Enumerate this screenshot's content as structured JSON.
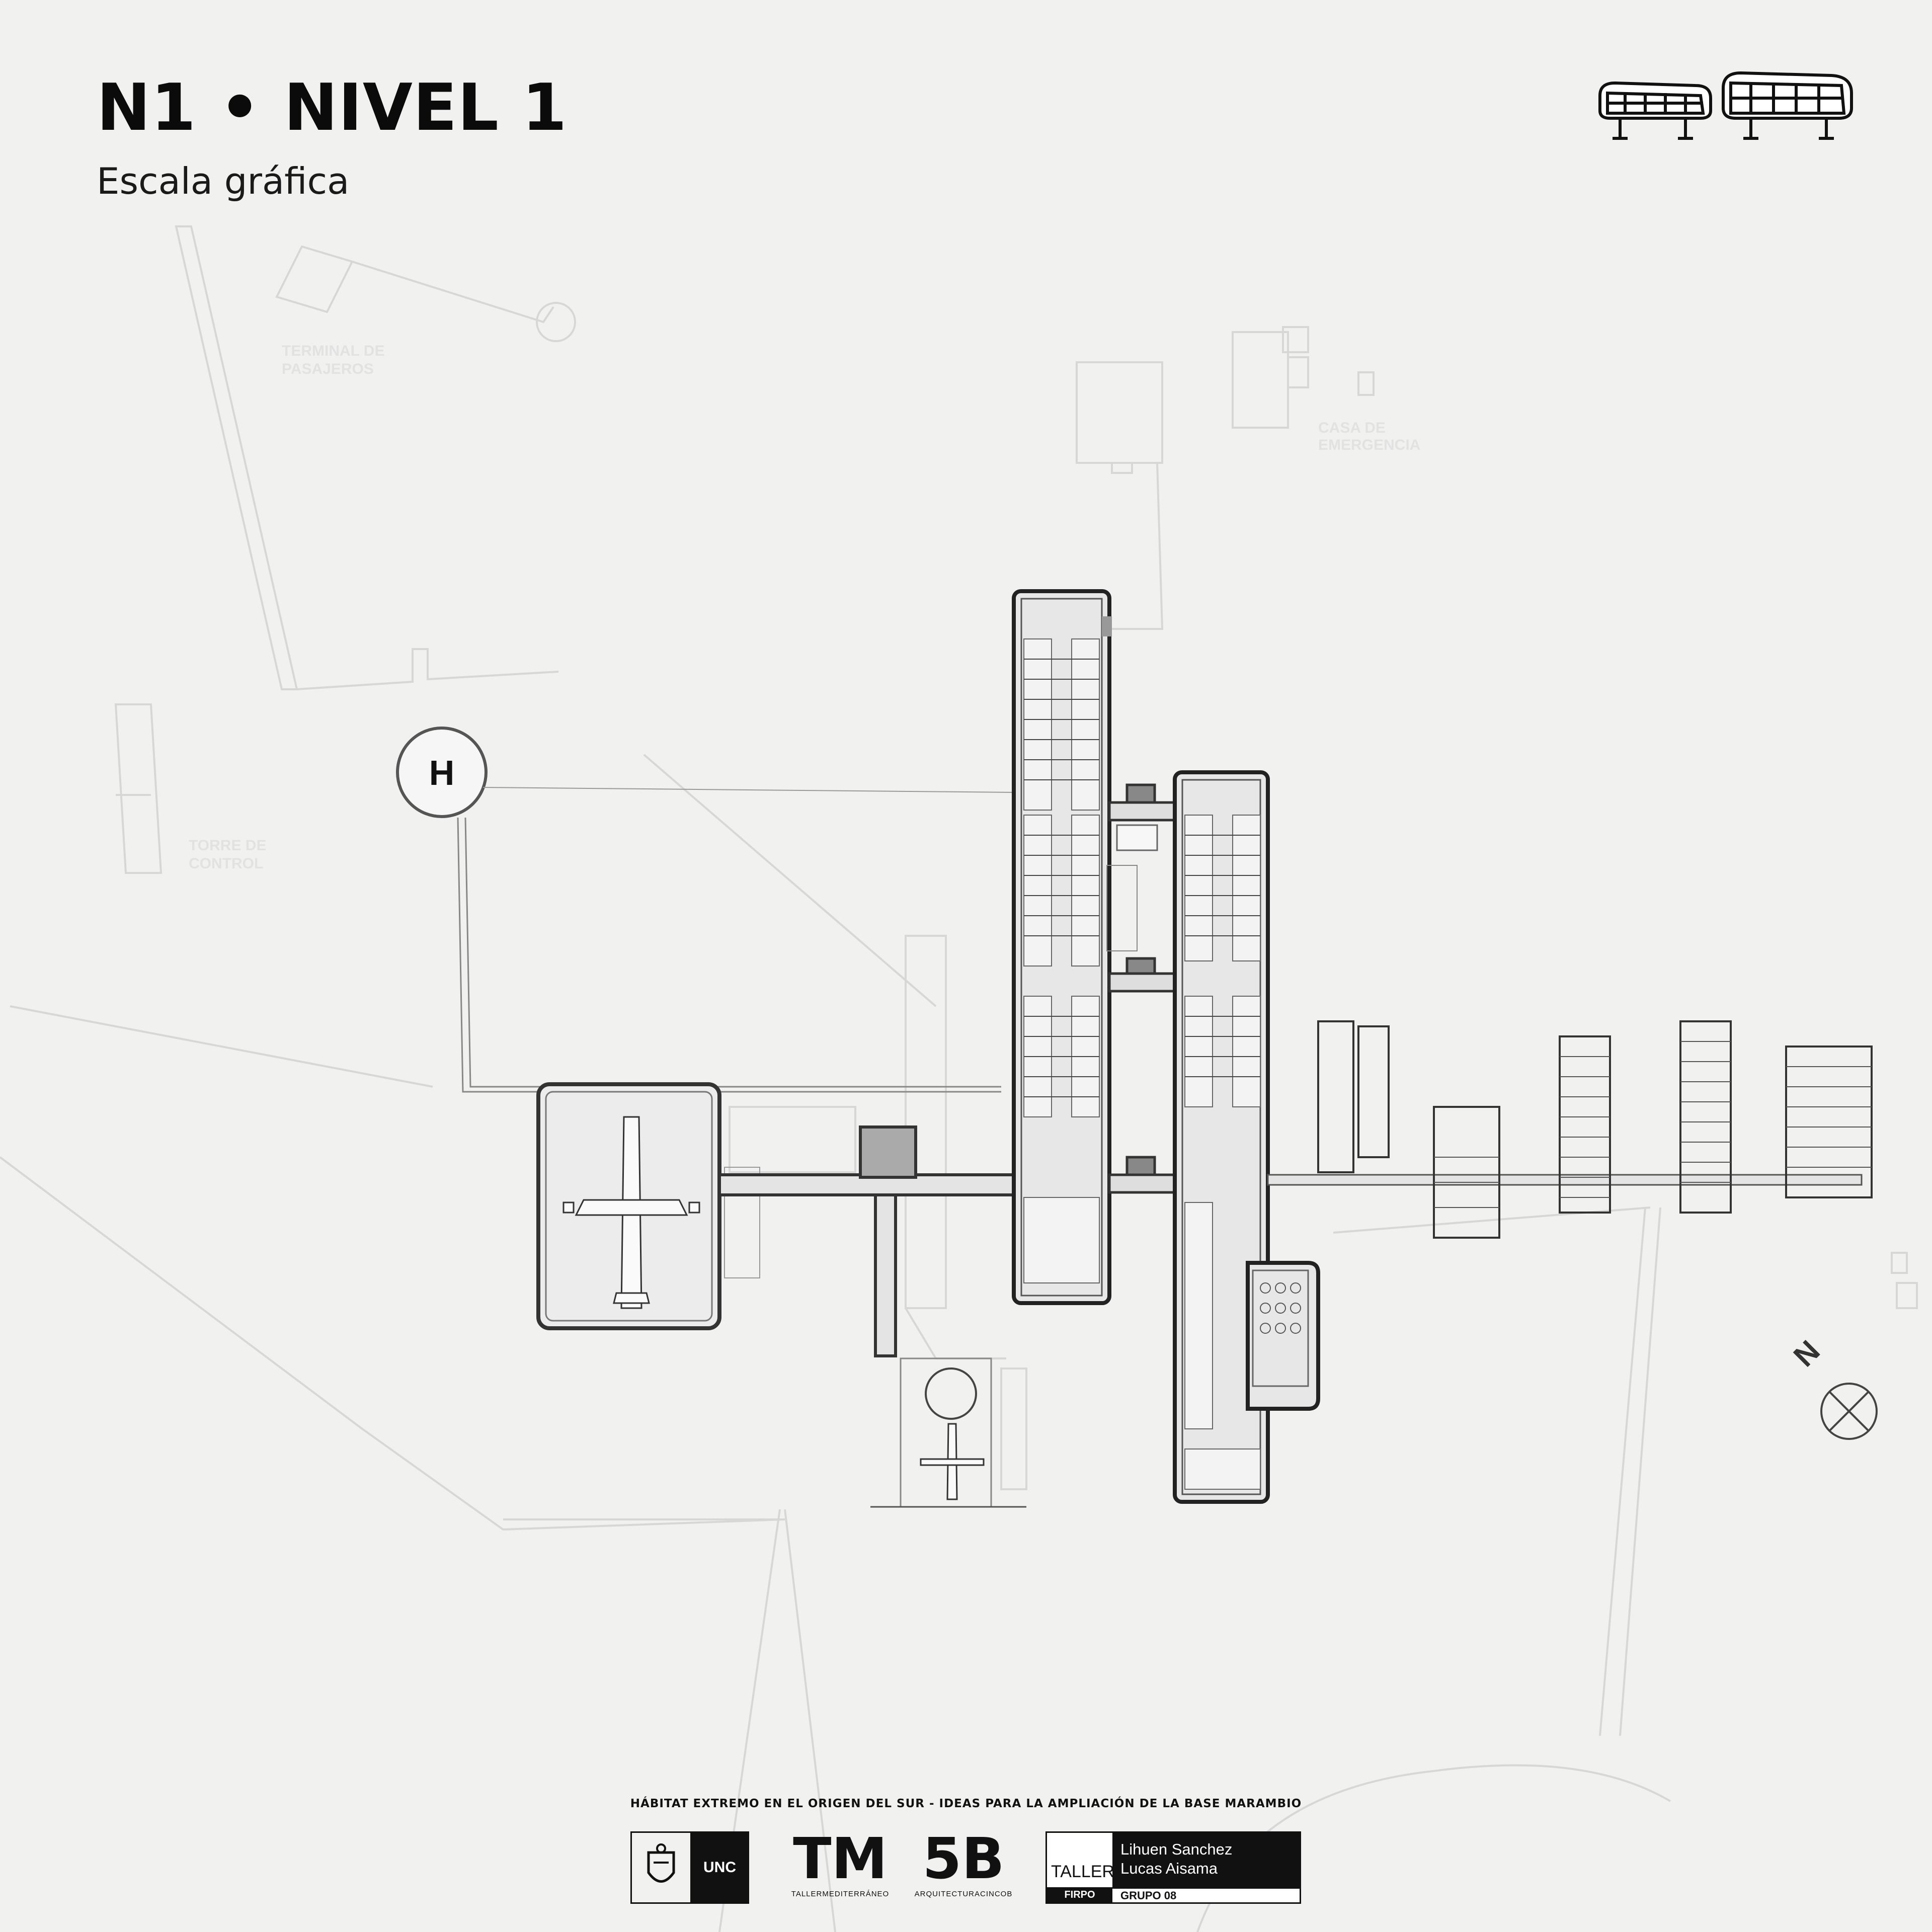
{
  "title": "N1 • NIVEL 1",
  "subtitle": "Escala gráfica",
  "site_labels": {
    "terminal_line1": "TERMINAL DE",
    "terminal_line2": "PASAJEROS",
    "casa_line1": "CASA DE",
    "casa_line2": "EMERGENCIA",
    "torre_line1": "TORRE DE",
    "torre_line2": "CONTROL",
    "helipad": "H",
    "north": "N"
  },
  "footer": {
    "caption": "HÁBITAT EXTREMO EN EL ORIGEN DEL SUR - IDEAS PARA LA AMPLIACIÓN DE LA BASE MARAMBIO",
    "unc": "UNC",
    "tm_mark": "TM",
    "tm_sub": "TALLERMEDITERRÁNEO",
    "cb_mark": "5B",
    "cb_sub": "ARQUITECTURACINCOB",
    "taller": "TALLER",
    "firpo": "FIRPO",
    "name1": "Lihuen Sanchez",
    "name2": "Lucas Aisama",
    "group": "GRUPO 08"
  }
}
